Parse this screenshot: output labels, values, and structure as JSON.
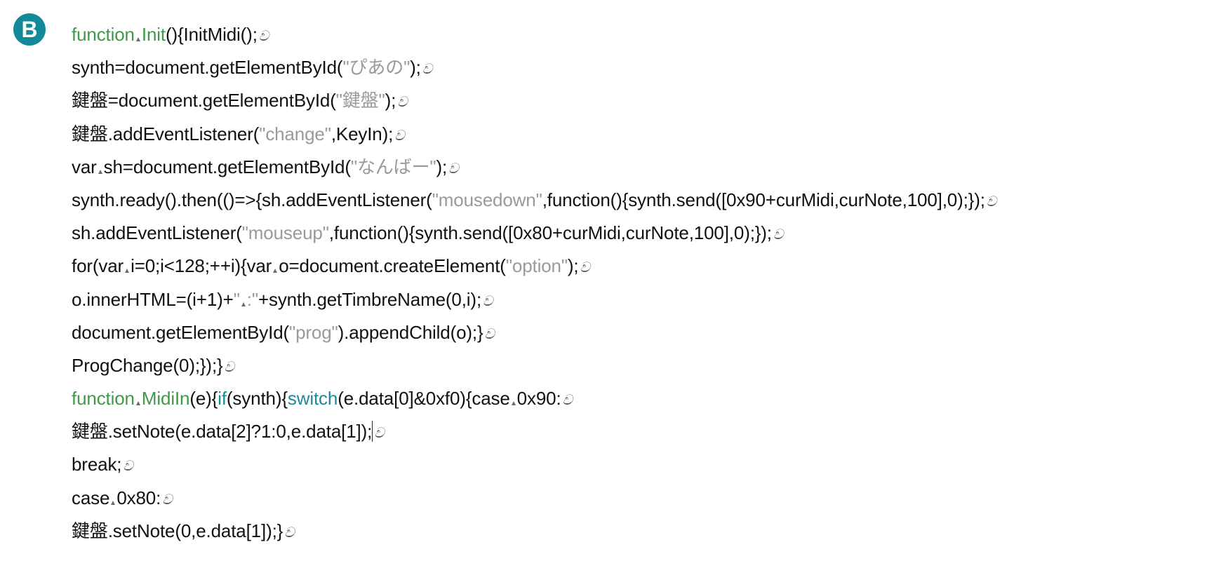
{
  "badge": {
    "letter": "B"
  },
  "return_mark": "ව",
  "colors": {
    "keyword": "#3f9a48",
    "keyword_alt": "#1d8a9a",
    "string": "#9a9a9a",
    "text": "#111111",
    "badge": "#14899a"
  },
  "lines": [
    [
      [
        "kw",
        "function"
      ],
      [
        "sp",
        ""
      ],
      [
        "kw",
        "Init"
      ],
      [
        "t",
        "(){InitMidi();"
      ]
    ],
    [
      [
        "t",
        "synth=document.getElementById("
      ],
      [
        "str",
        "\"ぴあの\""
      ],
      [
        "t",
        ");"
      ]
    ],
    [
      [
        "t",
        "鍵盤=document.getElementById("
      ],
      [
        "str",
        "\"鍵盤\""
      ],
      [
        "t",
        ");"
      ]
    ],
    [
      [
        "t",
        "鍵盤.addEventListener("
      ],
      [
        "str",
        "\"change\""
      ],
      [
        "t",
        ",KeyIn);"
      ]
    ],
    [
      [
        "t",
        "var"
      ],
      [
        "sp",
        ""
      ],
      [
        "t",
        "sh=document.getElementById("
      ],
      [
        "str",
        "\"なんばー\""
      ],
      [
        "t",
        ");"
      ]
    ],
    [
      [
        "t",
        "synth.ready().then(()=>{sh.addEventListener("
      ],
      [
        "str",
        "\"mousedown\""
      ],
      [
        "t",
        ",function(){synth.send([0x90+curMidi,curNote,100],0);});"
      ]
    ],
    [
      [
        "t",
        "sh.addEventListener("
      ],
      [
        "str",
        "\"mouseup\""
      ],
      [
        "t",
        ",function(){synth.send([0x80+curMidi,curNote,100],0);});"
      ]
    ],
    [
      [
        "t",
        "for(var"
      ],
      [
        "sp",
        ""
      ],
      [
        "t",
        "i=0;i<128;++i){var"
      ],
      [
        "sp",
        ""
      ],
      [
        "t",
        "o=document.createElement("
      ],
      [
        "str",
        "\"option\""
      ],
      [
        "t",
        ");"
      ]
    ],
    [
      [
        "t",
        "o.innerHTML=(i+1)+"
      ],
      [
        "str",
        "\""
      ],
      [
        "sp",
        ""
      ],
      [
        "str",
        ":\""
      ],
      [
        "t",
        "+synth.getTimbreName(0,i);"
      ]
    ],
    [
      [
        "t",
        "document.getElementById("
      ],
      [
        "str",
        "\"prog\""
      ],
      [
        "t",
        ").appendChild(o);}"
      ]
    ],
    [
      [
        "t",
        "ProgChange(0);});}"
      ]
    ],
    [
      [
        "kw",
        "function"
      ],
      [
        "sp",
        ""
      ],
      [
        "kw",
        "MidiIn"
      ],
      [
        "t",
        "(e){"
      ],
      [
        "kw2",
        "if"
      ],
      [
        "t",
        "(synth){"
      ],
      [
        "kw2",
        "switch"
      ],
      [
        "t",
        "(e.data[0]&0xf0){case"
      ],
      [
        "sp",
        ""
      ],
      [
        "t",
        "0x90:"
      ]
    ],
    [
      [
        "t",
        "鍵盤.setNote(e.data[2]?1:0,e.data[1]);"
      ],
      [
        "caret",
        ""
      ]
    ],
    [
      [
        "t",
        "break;"
      ]
    ],
    [
      [
        "t",
        "case"
      ],
      [
        "sp",
        ""
      ],
      [
        "t",
        "0x80:"
      ]
    ],
    [
      [
        "t",
        "鍵盤.setNote(0,e.data[1]);}"
      ]
    ]
  ]
}
